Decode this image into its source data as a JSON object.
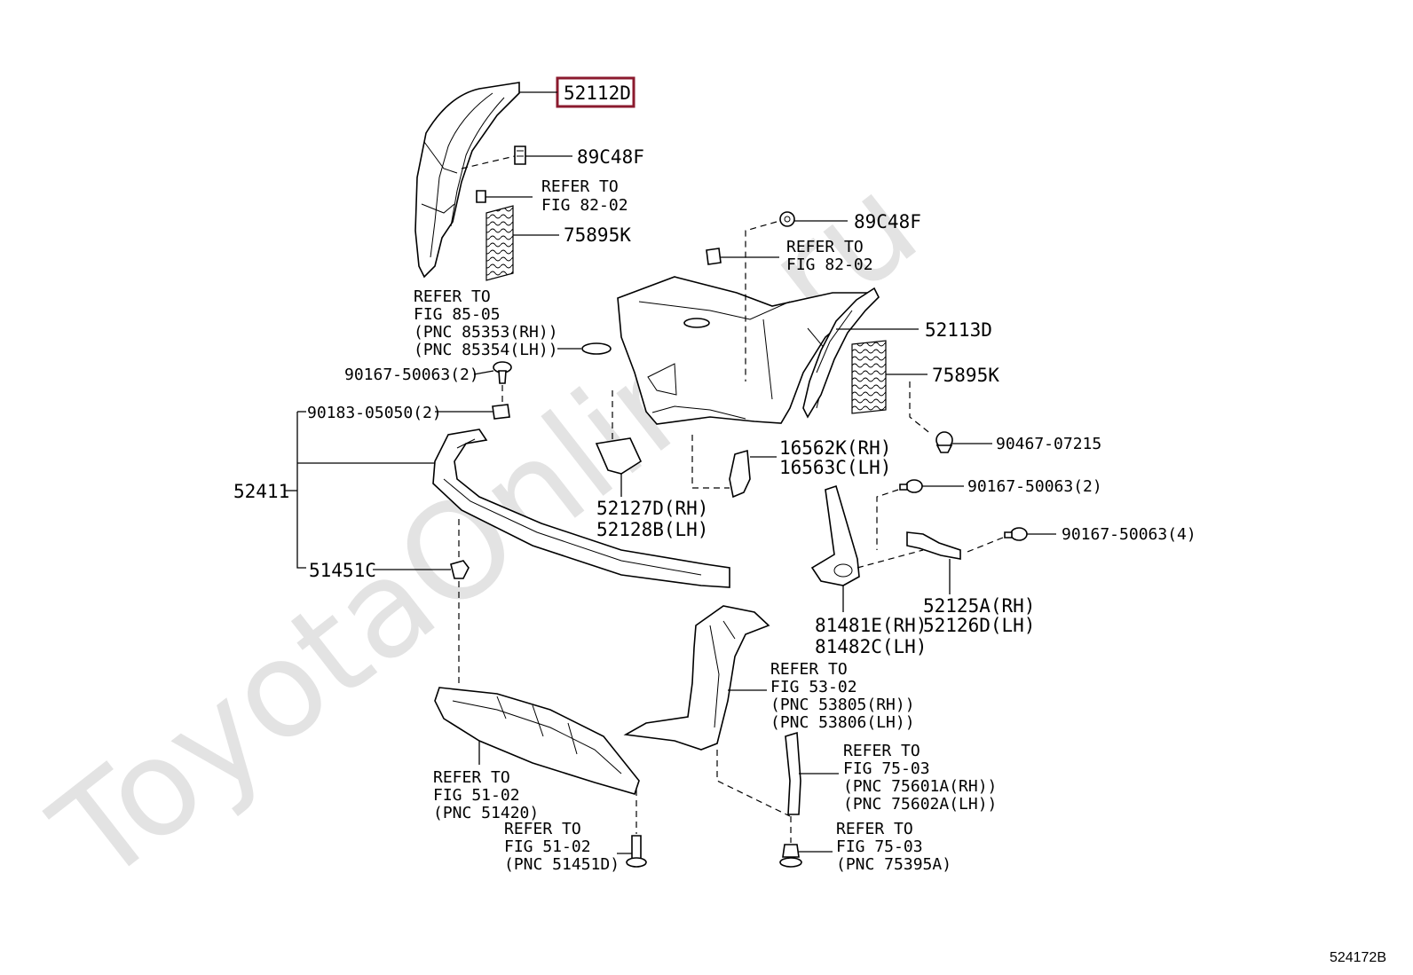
{
  "watermark": "ToyotaOnline.ru",
  "figure_code": "524172B",
  "highlight_color": "#8b1a2e",
  "labels": {
    "p52112d": "52112D",
    "p89c48f_a": "89C48F",
    "ref8202_a": [
      "REFER TO",
      "FIG 82-02"
    ],
    "p75895k_a": "75895K",
    "ref8505": [
      "REFER TO",
      "FIG 85-05",
      "(PNC 85353(RH))",
      "(PNC 85354(LH))"
    ],
    "p9016750063_2a": "90167-50063(2)",
    "p9018305050": "90183-05050(2)",
    "p52411": "52411",
    "p51451c": "51451C",
    "p89c48f_b": "89C48F",
    "ref8202_b": [
      "REFER TO",
      "FIG 82-02"
    ],
    "p52113d": "52113D",
    "p75895k_b": "75895K",
    "p9046707215": "90467-07215",
    "p16562k": [
      "16562K(RH)",
      "16563C(LH)"
    ],
    "p52127d": [
      "52127D(RH)",
      "52128B(LH)"
    ],
    "p9016750063_2b": "90167-50063(2)",
    "p9016750063_4": "90167-50063(4)",
    "p52125a": [
      "52125A(RH)",
      "52126D(LH)"
    ],
    "p81481e": [
      "81481E(RH)",
      "81482C(LH)"
    ],
    "ref5302": [
      "REFER TO",
      "FIG 53-02",
      "(PNC 53805(RH))",
      "(PNC 53806(LH))"
    ],
    "ref5102a": [
      "REFER TO",
      "FIG 51-02",
      "(PNC 51420)"
    ],
    "ref5102b": [
      "REFER TO",
      "FIG 51-02",
      "(PNC 51451D)"
    ],
    "ref7503a": [
      "REFER TO",
      "FIG 75-03",
      "(PNC 75601A(RH))",
      "(PNC 75602A(LH))"
    ],
    "ref7503b": [
      "REFER TO",
      "FIG 75-03",
      "(PNC 75395A)"
    ]
  }
}
